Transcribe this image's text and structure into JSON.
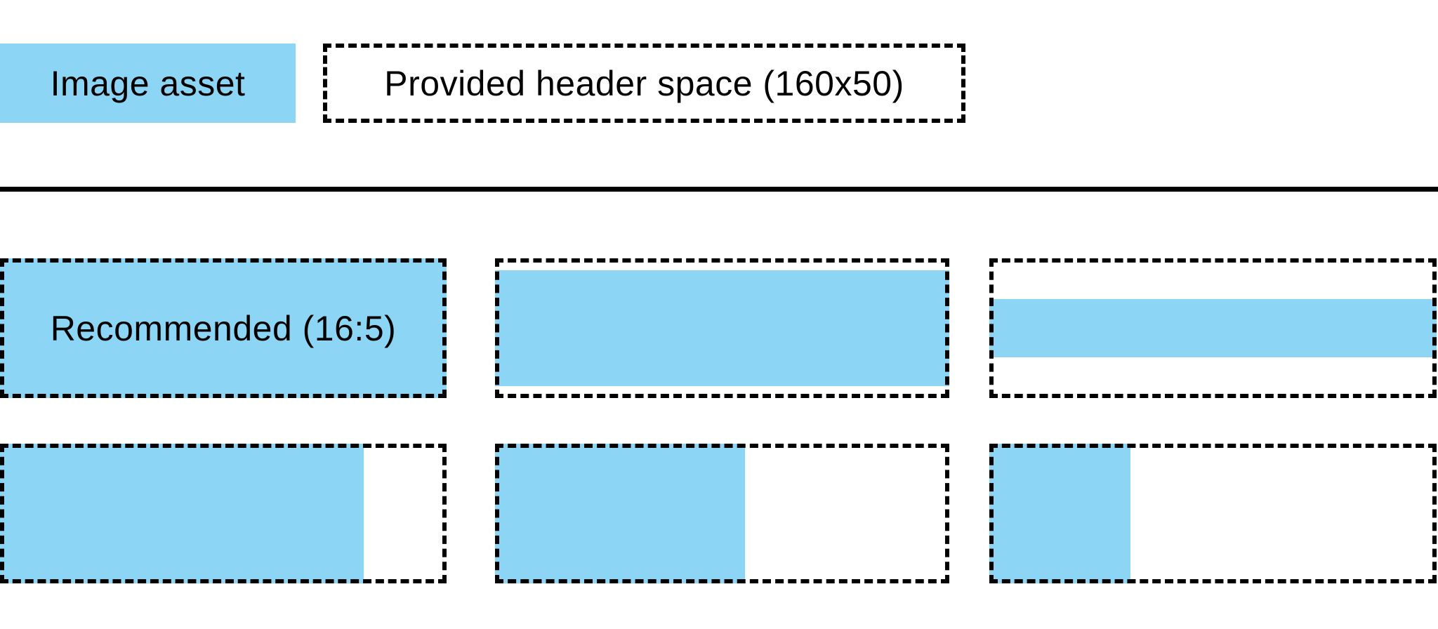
{
  "colors": {
    "asset_blue": "#8DD5F4",
    "outline_black": "#000000"
  },
  "legend": {
    "image_asset_label": "Image asset",
    "header_space_label": "Provided header space (160x50)"
  },
  "examples": {
    "cells": [
      {
        "label": "Recommended (16:5)",
        "fill_width_pct": 100,
        "fill_height_pct": 100
      },
      {
        "label": "",
        "fill_width_pct": 100,
        "fill_height_pct": 83
      },
      {
        "label": "",
        "fill_width_pct": 100,
        "fill_height_pct": 42
      },
      {
        "label": "",
        "fill_width_pct": 81.5,
        "fill_height_pct": 100
      },
      {
        "label": "",
        "fill_width_pct": 55,
        "fill_height_pct": 100
      },
      {
        "label": "",
        "fill_width_pct": 31.5,
        "fill_height_pct": 100
      }
    ]
  }
}
